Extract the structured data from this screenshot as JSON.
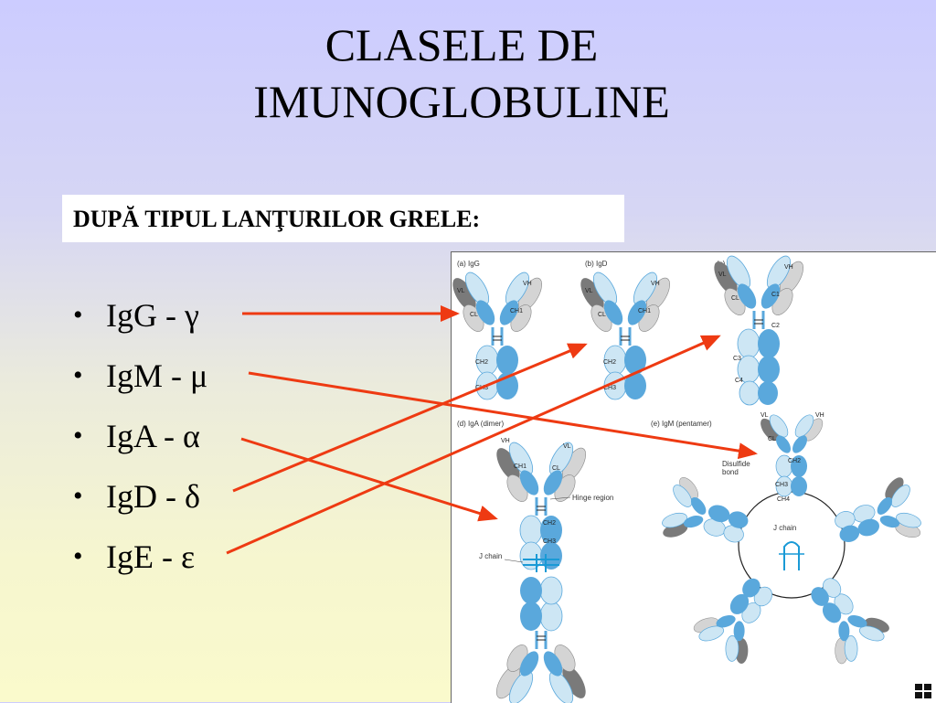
{
  "slide": {
    "title_line1": "CLASELE DE",
    "title_line2": "IMUNOGLOBULINE",
    "subtitle": "DUPĂ TIPUL LANŢURILOR GRELE:"
  },
  "bullets": [
    {
      "label": "IgG - γ"
    },
    {
      "label": "IgM - μ"
    },
    {
      "label": "IgA - α"
    },
    {
      "label": "IgD - δ"
    },
    {
      "label": "IgE - ε"
    }
  ],
  "figure": {
    "panels": {
      "igg": "(a) IgG",
      "igd": "(b) IgD",
      "ige": "(c) IgE",
      "iga": "(d) IgA (dimer)",
      "igm": "(e) IgM (pentamer)"
    },
    "labels": {
      "hinge_region": "Hinge region",
      "j_chain_iga": "J chain",
      "j_chain_igm": "J chain",
      "disulfide_bond": "Disulfide\nbond"
    },
    "domains": {
      "vl": "VL",
      "vh": "VH",
      "cl": "CL",
      "ch1": "CH1",
      "ch2": "CH2",
      "ch3": "CH3",
      "ch4": "CH4",
      "c1": "C1",
      "c2": "C2",
      "c3": "C3",
      "c4": "C4"
    }
  },
  "colors": {
    "arrow": "#ee3a12",
    "heavy_chain": "#5aa8dc",
    "heavy_chain_light": "#cde6f4",
    "light_chain": "#7a7a7a",
    "light_chain_light": "#d4d4d4"
  }
}
